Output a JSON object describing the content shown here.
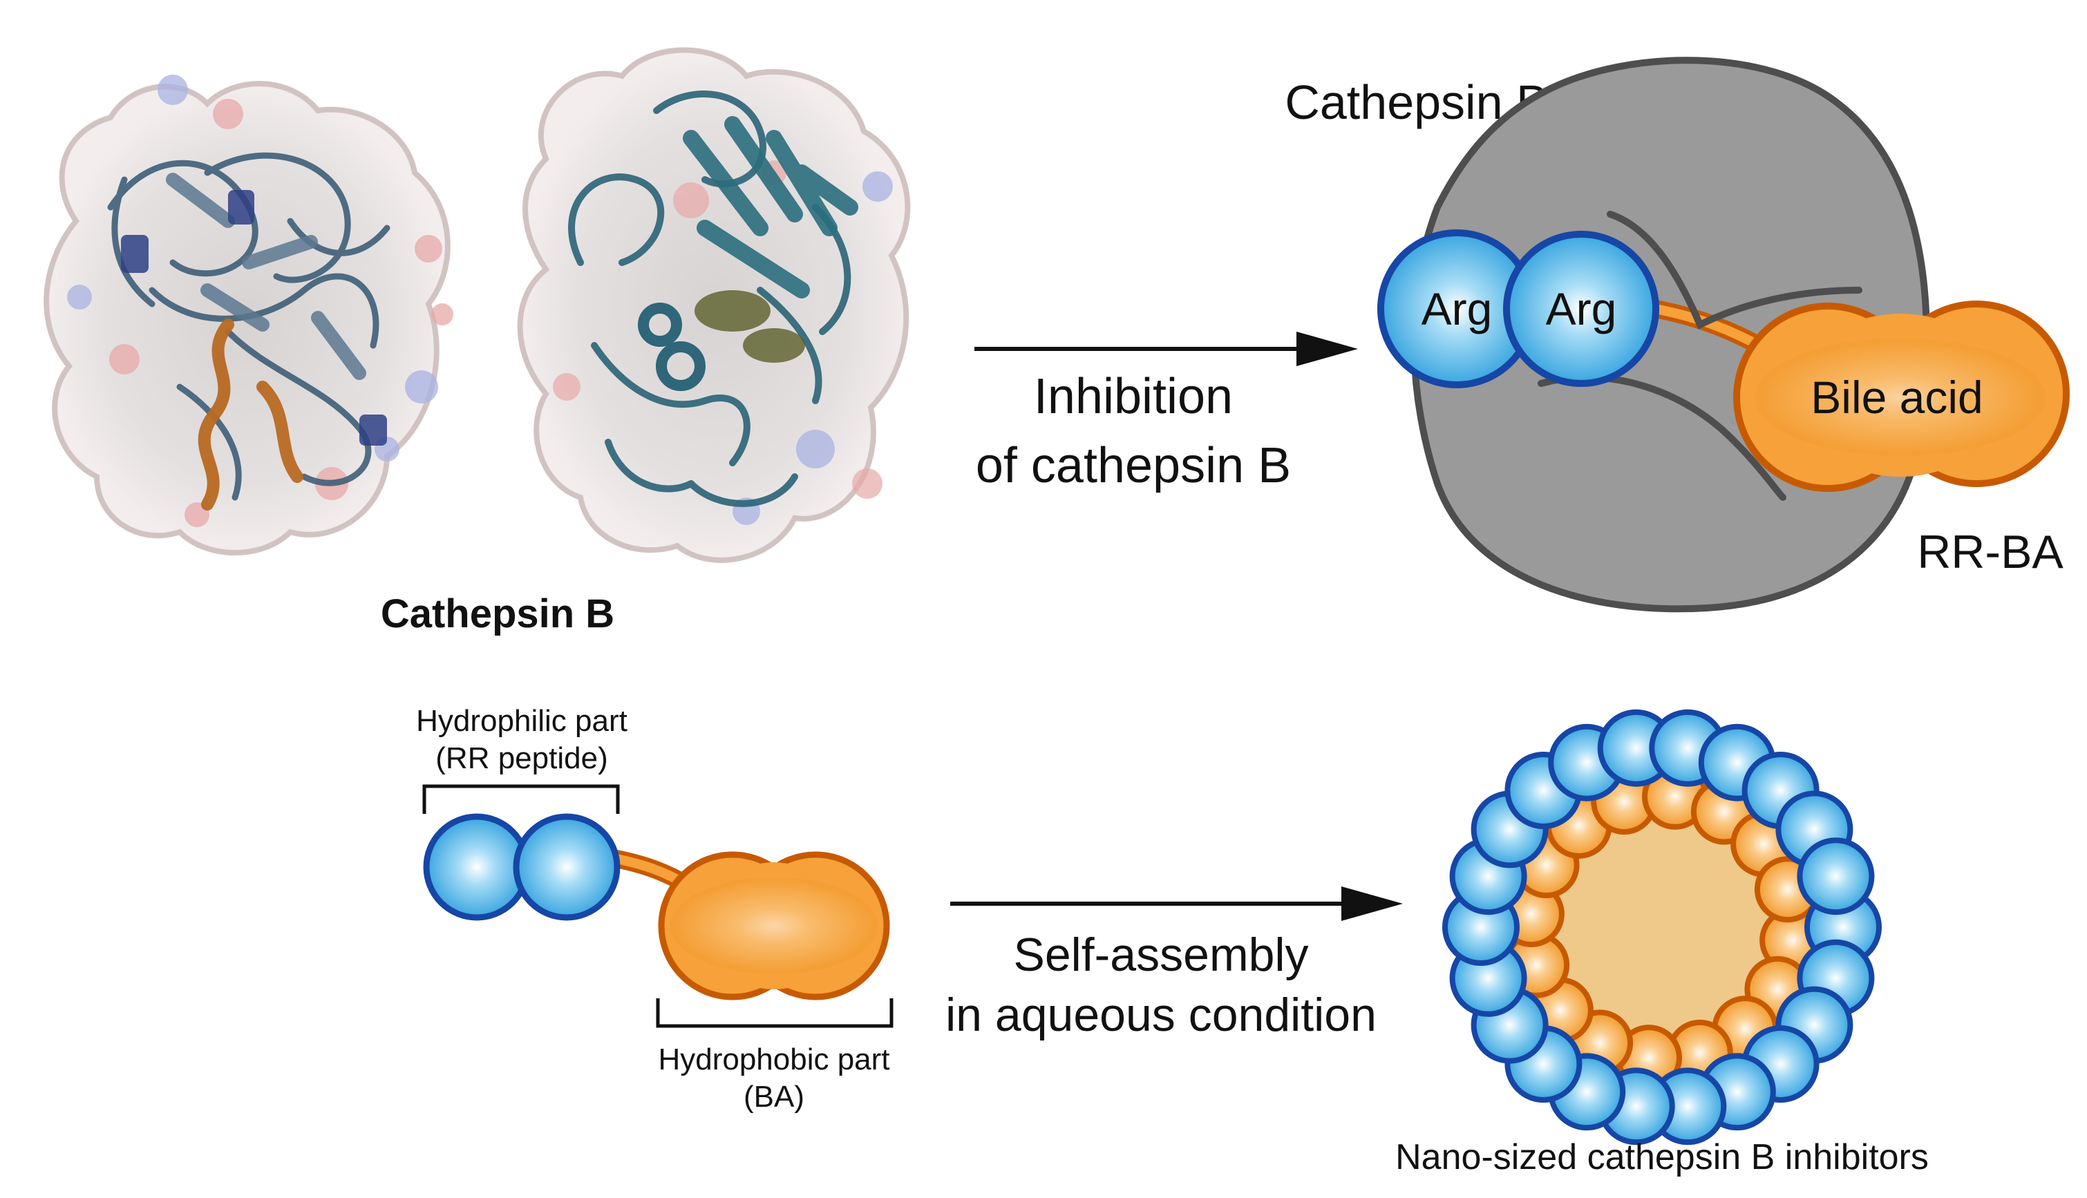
{
  "colors": {
    "blue_fill": "#4fb3e8",
    "blue_stroke": "#1646a6",
    "orange_fill": "#f6a13a",
    "orange_stroke": "#c75a00",
    "enzyme_gray": "#9a9a9a",
    "enzyme_stroke": "#4e4e4e",
    "core_fill": "#efc98a",
    "protein_teal": "#2f6679",
    "protein_orange": "#b86a22"
  },
  "top": {
    "protein_label": "Cathepsin B",
    "arrow_label_line1": "Inhibition",
    "arrow_label_line2": "of cathepsin B",
    "enzyme_label": "Cathepsin B",
    "arg1": "Arg",
    "arg2": "Arg",
    "bile_acid": "Bile acid",
    "compound_label": "RR-BA"
  },
  "bottom": {
    "hydrophilic_line1": "Hydrophilic part",
    "hydrophilic_line2": "(RR peptide)",
    "hydrophobic_line1": "Hydrophobic part",
    "hydrophobic_line2": "(BA)",
    "arrow_label_line1": "Self-assembly",
    "arrow_label_line2": "in aqueous condition",
    "nano_label": "Nano-sized cathepsin B inhibitors"
  }
}
